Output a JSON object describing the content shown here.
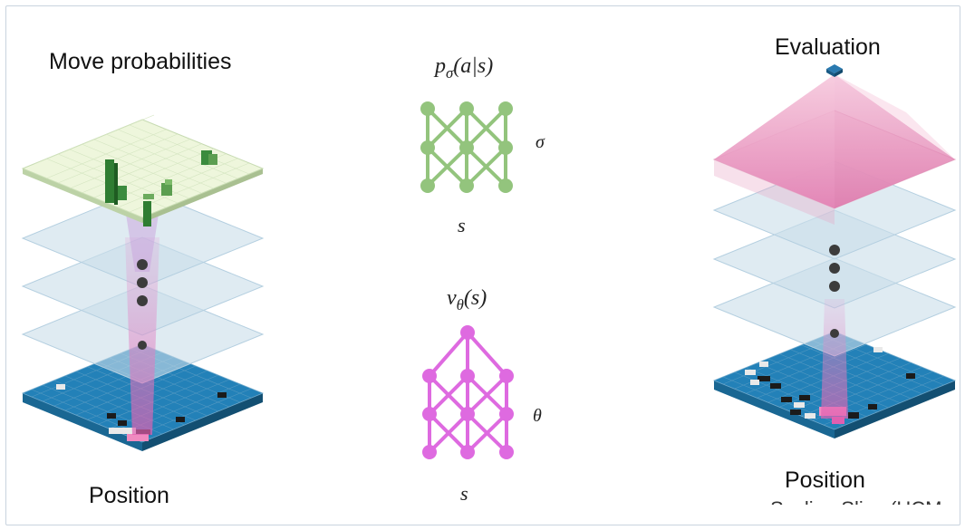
{
  "left": {
    "top_label": "Move probabilities",
    "bottom_label": "Position"
  },
  "center": {
    "policy_formula": {
      "base": "p",
      "subscript": "σ",
      "args": "(a|s)"
    },
    "policy_param": "σ",
    "policy_input": "s",
    "value_formula": {
      "base": "v",
      "subscript": "θ",
      "args": "(s)"
    },
    "value_param": "θ",
    "value_input": "s"
  },
  "right": {
    "top_label": "Evaluation",
    "bottom_label": "Position",
    "clipped_caption": "Scaling Slice (HCM"
  },
  "colors": {
    "policy_green": "#93c47d",
    "value_magenta": "#de6ae0",
    "board_blue": "#2381b8",
    "hidden_layer": "#c9dde9",
    "policy_plane": "#eef6dc",
    "bars": "#2f7d32",
    "evaluation_pink": "#e88ab6"
  }
}
